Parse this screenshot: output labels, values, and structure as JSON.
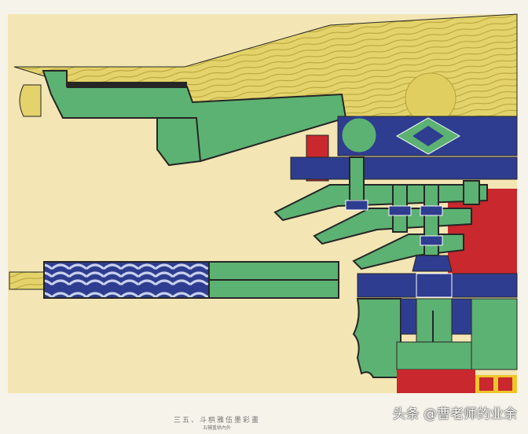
{
  "artwork": {
    "caption": "三五、斗栱雅伍墨彩畫",
    "subcaption": "五鋪重栱內外",
    "watermark": "头条 @曹老师的业余",
    "colors": {
      "paper": "#f3e6b4",
      "green": "#5cb272",
      "blue": "#2e3d8f",
      "red": "#c8282e",
      "wood": "#d8c85a",
      "outline": "#262626"
    }
  }
}
